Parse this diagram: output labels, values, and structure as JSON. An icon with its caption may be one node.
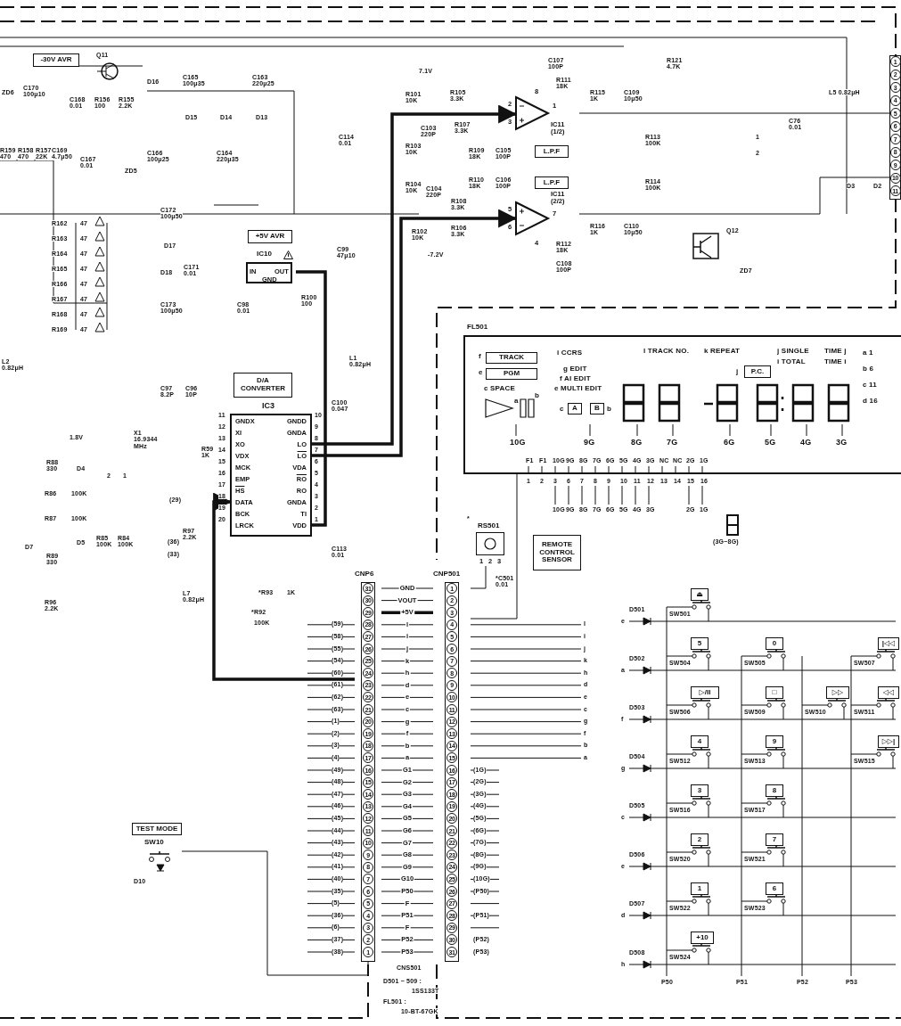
{
  "diagram": {
    "nodes": [
      {
        "text": [
          "-30V AVR"
        ]
      },
      {
        "text": [
          "+5V AVR"
        ]
      },
      {
        "text": [
          "IC10",
          "IN",
          "OUT",
          "GND"
        ]
      },
      {
        "text": [
          "IC11 (1/2)"
        ],
        "beside": [
          "2",
          "3",
          "8",
          "1"
        ]
      },
      {
        "text": [
          "L.P.F"
        ]
      },
      {
        "text": [
          "L.P.F"
        ]
      },
      {
        "text": [
          "IC11 (2/2)"
        ],
        "beside": [
          "5",
          "6",
          "7",
          "4"
        ]
      },
      {
        "text": [
          "D/A CONVERTER"
        ]
      },
      {
        "text": [
          "IC3",
          "GNDX",
          "XI",
          "XO",
          "VDX",
          "MCK",
          "EMP",
          "HS",
          "DATA",
          "BCK",
          "LRCK",
          "GNDD",
          "GNDA",
          "LO",
          "LO",
          "VDA",
          "RO",
          "RO",
          "GNDA",
          "TI",
          "VDD"
        ]
      },
      {
        "text": [
          "1",
          "2",
          "3",
          "4",
          "5",
          "6",
          "7",
          "8",
          "9",
          "10",
          "11"
        ]
      },
      {
        "text": [
          "CNP6",
          "31",
          "30",
          "29",
          "28",
          "27",
          "26",
          "25",
          "24",
          "23",
          "22",
          "21",
          "20",
          "19",
          "18",
          "17",
          "16",
          "15",
          "14",
          "13",
          "12",
          "11",
          "10",
          "9",
          "8",
          "7",
          "6",
          "5",
          "4",
          "3",
          "2",
          "1"
        ]
      },
      {
        "text": [
          "CNP501",
          "1",
          "2",
          "3",
          "4",
          "5",
          "6",
          "7",
          "8",
          "9",
          "10",
          "11",
          "12",
          "13",
          "14",
          "15",
          "16",
          "17",
          "18",
          "19",
          "20",
          "21",
          "22",
          "23",
          "24",
          "25",
          "26",
          "27",
          "28",
          "29",
          "30",
          "31"
        ]
      },
      {
        "text": [
          "FL501"
        ]
      },
      {
        "text": [
          "TRACK"
        ],
        "in": 12
      },
      {
        "text": [
          "PGM"
        ],
        "in": 12
      },
      {
        "text": [
          "A"
        ],
        "in": 12
      },
      {
        "text": [
          "B"
        ],
        "in": 12
      },
      {
        "text": [
          "P.C."
        ],
        "in": 12
      },
      {
        "text": [
          "RS501",
          "1",
          "2",
          "3"
        ]
      },
      {
        "text": [
          "REMOTE CONTROL SENSOR"
        ]
      },
      {
        "text": [
          "TEST MODE"
        ]
      },
      {
        "text": [
          "SW10"
        ]
      },
      {
        "text": [
          "⏏"
        ]
      },
      {
        "text": [
          "5"
        ]
      },
      {
        "text": [
          "0"
        ]
      },
      {
        "text": [
          "|◁◁"
        ]
      },
      {
        "text": [
          "▷/II"
        ]
      },
      {
        "text": [
          "□"
        ]
      },
      {
        "text": [
          "▷▷"
        ]
      },
      {
        "text": [
          "◁◁"
        ]
      },
      {
        "text": [
          "4"
        ]
      },
      {
        "text": [
          "9"
        ]
      },
      {
        "text": [
          "▷▷|"
        ]
      },
      {
        "text": [
          "3"
        ]
      },
      {
        "text": [
          "8"
        ]
      },
      {
        "text": [
          "2"
        ]
      },
      {
        "text": [
          "7"
        ]
      },
      {
        "text": [
          "1"
        ]
      },
      {
        "text": [
          "6"
        ]
      },
      {
        "text": [
          "+10"
        ]
      }
    ],
    "edges": [
      {
        "from": 10,
        "to": 11,
        "arrow": "none",
        "label": "GND"
      },
      {
        "from": 10,
        "to": 11,
        "arrow": "none",
        "label": "VOUT"
      },
      {
        "from": 10,
        "to": 11,
        "arrow": "none",
        "label": "+5V",
        "style": "thick"
      },
      {
        "from": 10,
        "to": 11,
        "arrow": "none",
        "label": "l"
      },
      {
        "from": 10,
        "to": 11,
        "arrow": "none",
        "label": "i"
      },
      {
        "from": 10,
        "to": 11,
        "arrow": "none",
        "label": "j"
      },
      {
        "from": 10,
        "to": 11,
        "arrow": "none",
        "label": "k"
      },
      {
        "from": 10,
        "to": 11,
        "arrow": "none",
        "label": "h"
      },
      {
        "from": 10,
        "to": 11,
        "arrow": "none",
        "label": "d"
      },
      {
        "from": 10,
        "to": 11,
        "arrow": "none",
        "label": "e"
      },
      {
        "from": 10,
        "to": 11,
        "arrow": "none",
        "label": "c"
      },
      {
        "from": 10,
        "to": 11,
        "arrow": "none",
        "label": "g"
      },
      {
        "from": 10,
        "to": 11,
        "arrow": "none",
        "label": "f"
      },
      {
        "from": 10,
        "to": 11,
        "arrow": "none",
        "label": "b"
      },
      {
        "from": 10,
        "to": 11,
        "arrow": "none",
        "label": "a"
      },
      {
        "from": 10,
        "to": 11,
        "arrow": "none",
        "label": "G1"
      },
      {
        "from": 10,
        "to": 11,
        "arrow": "none",
        "label": "G2"
      },
      {
        "from": 10,
        "to": 11,
        "arrow": "none",
        "label": "G3"
      },
      {
        "from": 10,
        "to": 11,
        "arrow": "none",
        "label": "G4"
      },
      {
        "from": 10,
        "to": 11,
        "arrow": "none",
        "label": "G5"
      },
      {
        "from": 10,
        "to": 11,
        "arrow": "none",
        "label": "G6"
      },
      {
        "from": 10,
        "to": 11,
        "arrow": "none",
        "label": "G7"
      },
      {
        "from": 10,
        "to": 11,
        "arrow": "none",
        "label": "G8"
      },
      {
        "from": 10,
        "to": 11,
        "arrow": "none",
        "label": "G9"
      },
      {
        "from": 10,
        "to": 11,
        "arrow": "none",
        "label": "G10"
      },
      {
        "from": 10,
        "to": 11,
        "arrow": "none",
        "label": "P50"
      },
      {
        "from": 10,
        "to": 11,
        "arrow": "none",
        "label": "F"
      },
      {
        "from": 10,
        "to": 11,
        "arrow": "none",
        "label": "P51"
      },
      {
        "from": 10,
        "to": 11,
        "arrow": "none",
        "label": "F"
      },
      {
        "from": 10,
        "to": 11,
        "arrow": "none",
        "label": "P52"
      },
      {
        "from": 10,
        "to": 11,
        "arrow": "none",
        "label": "P53"
      },
      {
        "from": 8,
        "to": 3,
        "arrow": "to",
        "style": "thick"
      },
      {
        "from": 8,
        "to": 6,
        "arrow": "to",
        "style": "thick"
      },
      {
        "from": 3,
        "to": 9,
        "arrow": "none"
      },
      {
        "from": 6,
        "to": 9,
        "arrow": "none"
      },
      {
        "from": 2,
        "to": 8,
        "arrow": "none",
        "style": "thick"
      },
      {
        "from": 18,
        "to": 11,
        "arrow": "none"
      },
      {
        "from": 21,
        "to": 10,
        "arrow": "none"
      },
      {
        "from": 11,
        "to": 12,
        "arrow": "none"
      },
      {
        "from": 10,
        "to": 8,
        "arrow": "to",
        "style": "thick"
      }
    ],
    "labels": [
      "Q11",
      "ZD6",
      "C170 100μ10",
      "R159 470",
      "R158 470",
      "R157 22K",
      "C169 4.7μ50",
      "C168 0.01",
      "C167 0.01",
      "R156 100",
      "R155 2.2K",
      "ZD5",
      "D16",
      "C165 100μ35",
      "C163 220μ25",
      "D15",
      "D14",
      "D13",
      "C166 100μ25",
      "C164 220μ35",
      "R162",
      "47",
      "R163",
      "47",
      "R164",
      "47",
      "R165",
      "47",
      "R166",
      "47",
      "R167",
      "47",
      "R168",
      "47",
      "R169",
      "47",
      "C172 100μ50",
      "D17",
      "C171 0.01",
      "D18",
      "C173 100μ50",
      "C98 0.01",
      "C99 47μ10",
      "R100 100",
      "C114 0.01",
      "7.1V",
      "R101 10K",
      "C103 220P",
      "R103 10K",
      "R104 10K",
      "C104 220P",
      "R102 10K",
      "-7.2V",
      "R105 3.3K",
      "R107 3.3K",
      "R109 18K",
      "C105 100P",
      "R110 18K",
      "C106 100P",
      "R108 3.3K",
      "R106 3.3K",
      "C107 100P",
      "R111 18K",
      "R112 18K",
      "C108 100P",
      "R115 1K",
      "C109 10μ50",
      "R116 1K",
      "C110 10μ50",
      "R113 100K",
      "R114 100K",
      "R121 4.7K",
      "C76 0.01",
      "L5 0.82μH",
      "D3",
      "D2",
      "Q12",
      "ZD7",
      "1",
      "2",
      "L2 0.82μH",
      "1.8V",
      "C97 8.2P",
      "C96 10P",
      "X1 16.9344 MHz",
      "R59 1K",
      "R88 330",
      "D4",
      "R86",
      "100K",
      "R87",
      "100K",
      "D5",
      "R89 330",
      "D7",
      "R85 100K",
      "R84 100K",
      "R96 2.2K",
      "2",
      "1",
      "(29)",
      "R97 2.2K",
      "(36)",
      "(33)",
      "L7 0.82μH",
      "L1 0.82μH",
      "C100 0.047",
      "C113 0.01",
      "11",
      "12",
      "13",
      "14",
      "15",
      "16",
      "17",
      "18",
      "19",
      "20",
      "10",
      "9",
      "8",
      "7",
      "6",
      "5",
      "4",
      "3",
      "2",
      "1",
      "*R93",
      "1K",
      "*R92",
      "100K",
      "(59)",
      "(58)",
      "(55)",
      "(54)",
      "(60)",
      "(61)",
      "(62)",
      "(63)",
      "(1)",
      "(2)",
      "(3)",
      "(4)",
      "(49)",
      "(48)",
      "(47)",
      "(46)",
      "(45)",
      "(44)",
      "(43)",
      "(42)",
      "(41)",
      "(40)",
      "(35)",
      "(5)",
      "(36)",
      "(6)",
      "(37)",
      "(38)",
      "(1G)",
      "(2G)",
      "(3G)",
      "(4G)",
      "(5G)",
      "(6G)",
      "(7G)",
      "(8G)",
      "(9G)",
      "(10G)",
      "(P50)",
      "(P51)",
      "(P52)",
      "(P53)",
      "CNS501",
      "D501 ~ 509 :",
      "1SS133T",
      "FL501 :",
      "10-BT-67GK",
      "*",
      "*C501 0.01",
      "D10",
      "f",
      "e",
      "c SPACE",
      "a",
      "b",
      "i CCRS",
      "g EDIT",
      "f AI EDIT",
      "e MULTI EDIT",
      "c",
      "b",
      "l TRACK NO.",
      "k REPEAT",
      "j",
      "j SINGLE",
      "i TOTAL",
      "TIME j",
      "TIME i",
      "a 1",
      "b 6",
      "c 11",
      "d 16",
      "10G",
      "9G",
      "8G",
      "7G",
      "6G",
      "5G",
      "4G",
      "3G",
      "F1",
      "F1",
      "10G",
      "9G",
      "8G",
      "7G",
      "6G",
      "5G",
      "4G",
      "3G",
      "NC",
      "NC",
      "2G",
      "1G",
      "1",
      "2",
      "3",
      "6",
      "7",
      "8",
      "9",
      "10",
      "11",
      "12",
      "13",
      "14",
      "15",
      "16",
      "10G",
      "9G",
      "8G",
      "7G",
      "6G",
      "5G",
      "4G",
      "3G",
      "2G",
      "1G",
      "(3G~8G)",
      "l",
      "i",
      "j",
      "k",
      "h",
      "d",
      "e",
      "c",
      "g",
      "f",
      "b",
      "a",
      "D501",
      "D502",
      "D503",
      "D504",
      "D505",
      "D506",
      "D507",
      "D508",
      "e",
      "a",
      "f",
      "g",
      "c",
      "e",
      "d",
      "h",
      "SW501",
      "SW504",
      "SW505",
      "SW507",
      "SW506",
      "SW509",
      "SW510",
      "SW511",
      "SW512",
      "SW513",
      "SW515",
      "SW516",
      "SW517",
      "SW520",
      "SW521",
      "SW522",
      "SW523",
      "SW524",
      "P50",
      "P51",
      "P52",
      "P53"
    ]
  }
}
